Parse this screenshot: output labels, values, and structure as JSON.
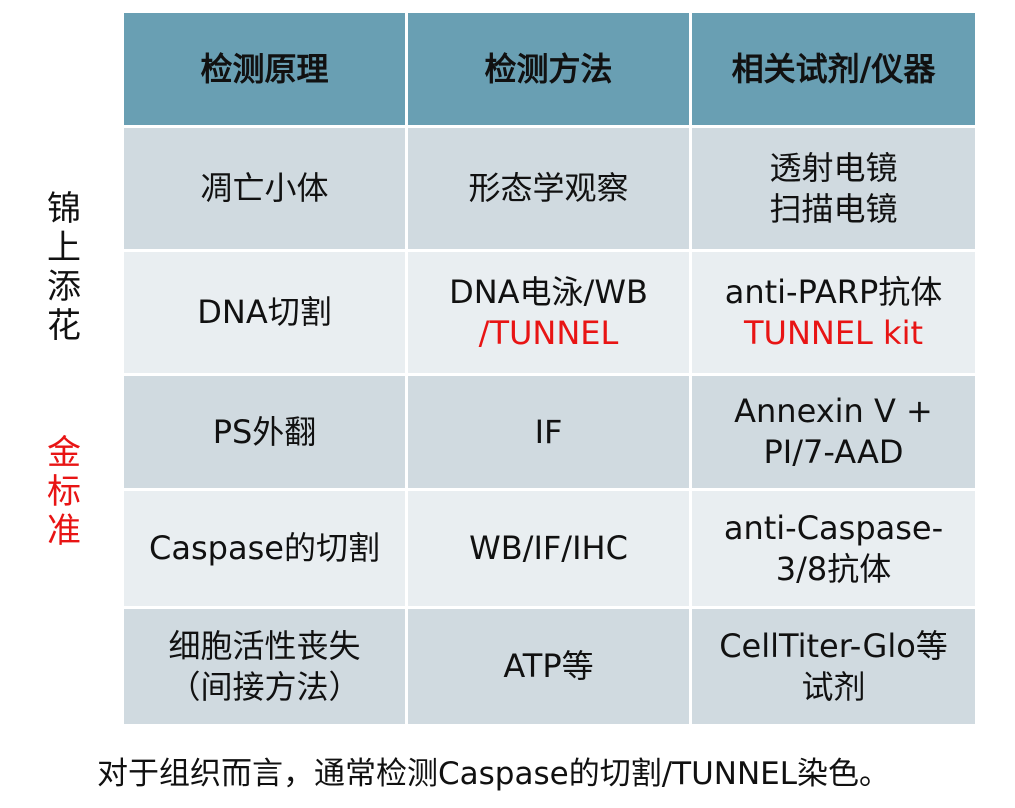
{
  "side_labels": {
    "top": {
      "text": [
        "锦",
        "上",
        "添",
        "花"
      ],
      "color": "#111111"
    },
    "bottom": {
      "text": [
        "金",
        "标",
        "准"
      ],
      "color": "#e81414"
    }
  },
  "table": {
    "headers": [
      "检测原理",
      "检测方法",
      "相关试剂/仪器"
    ],
    "rows": [
      {
        "principle": [
          "凋亡小体"
        ],
        "method": [
          "形态学观察"
        ],
        "reagent": [
          "透射电镜",
          "扫描电镜"
        ]
      },
      {
        "principle": [
          "DNA切割"
        ],
        "method": [
          "DNA电泳/WB",
          "/TUNNEL"
        ],
        "reagent": [
          "anti-PARP抗体",
          "TUNNEL kit"
        ]
      },
      {
        "principle": [
          "PS外翻"
        ],
        "method": [
          "IF"
        ],
        "reagent": [
          "Annexin V +",
          "PI/7-AAD"
        ]
      },
      {
        "principle": [
          "Caspase的切割"
        ],
        "method": [
          "WB/IF/IHC"
        ],
        "reagent": [
          "anti-Caspase-",
          "3/8抗体"
        ]
      },
      {
        "principle": [
          "细胞活性丧失",
          "（间接方法）"
        ],
        "method": [
          "ATP等"
        ],
        "reagent": [
          "CellTiter-Glo等",
          "试剂"
        ]
      }
    ]
  },
  "colors": {
    "header_bg": "#699fb3",
    "row_dark": "#d0dae0",
    "row_light": "#e9eef1",
    "highlight_red": "#e81414"
  },
  "footnote": "对于组织而言，通常检测Caspase的切割/TUNNEL染色。"
}
